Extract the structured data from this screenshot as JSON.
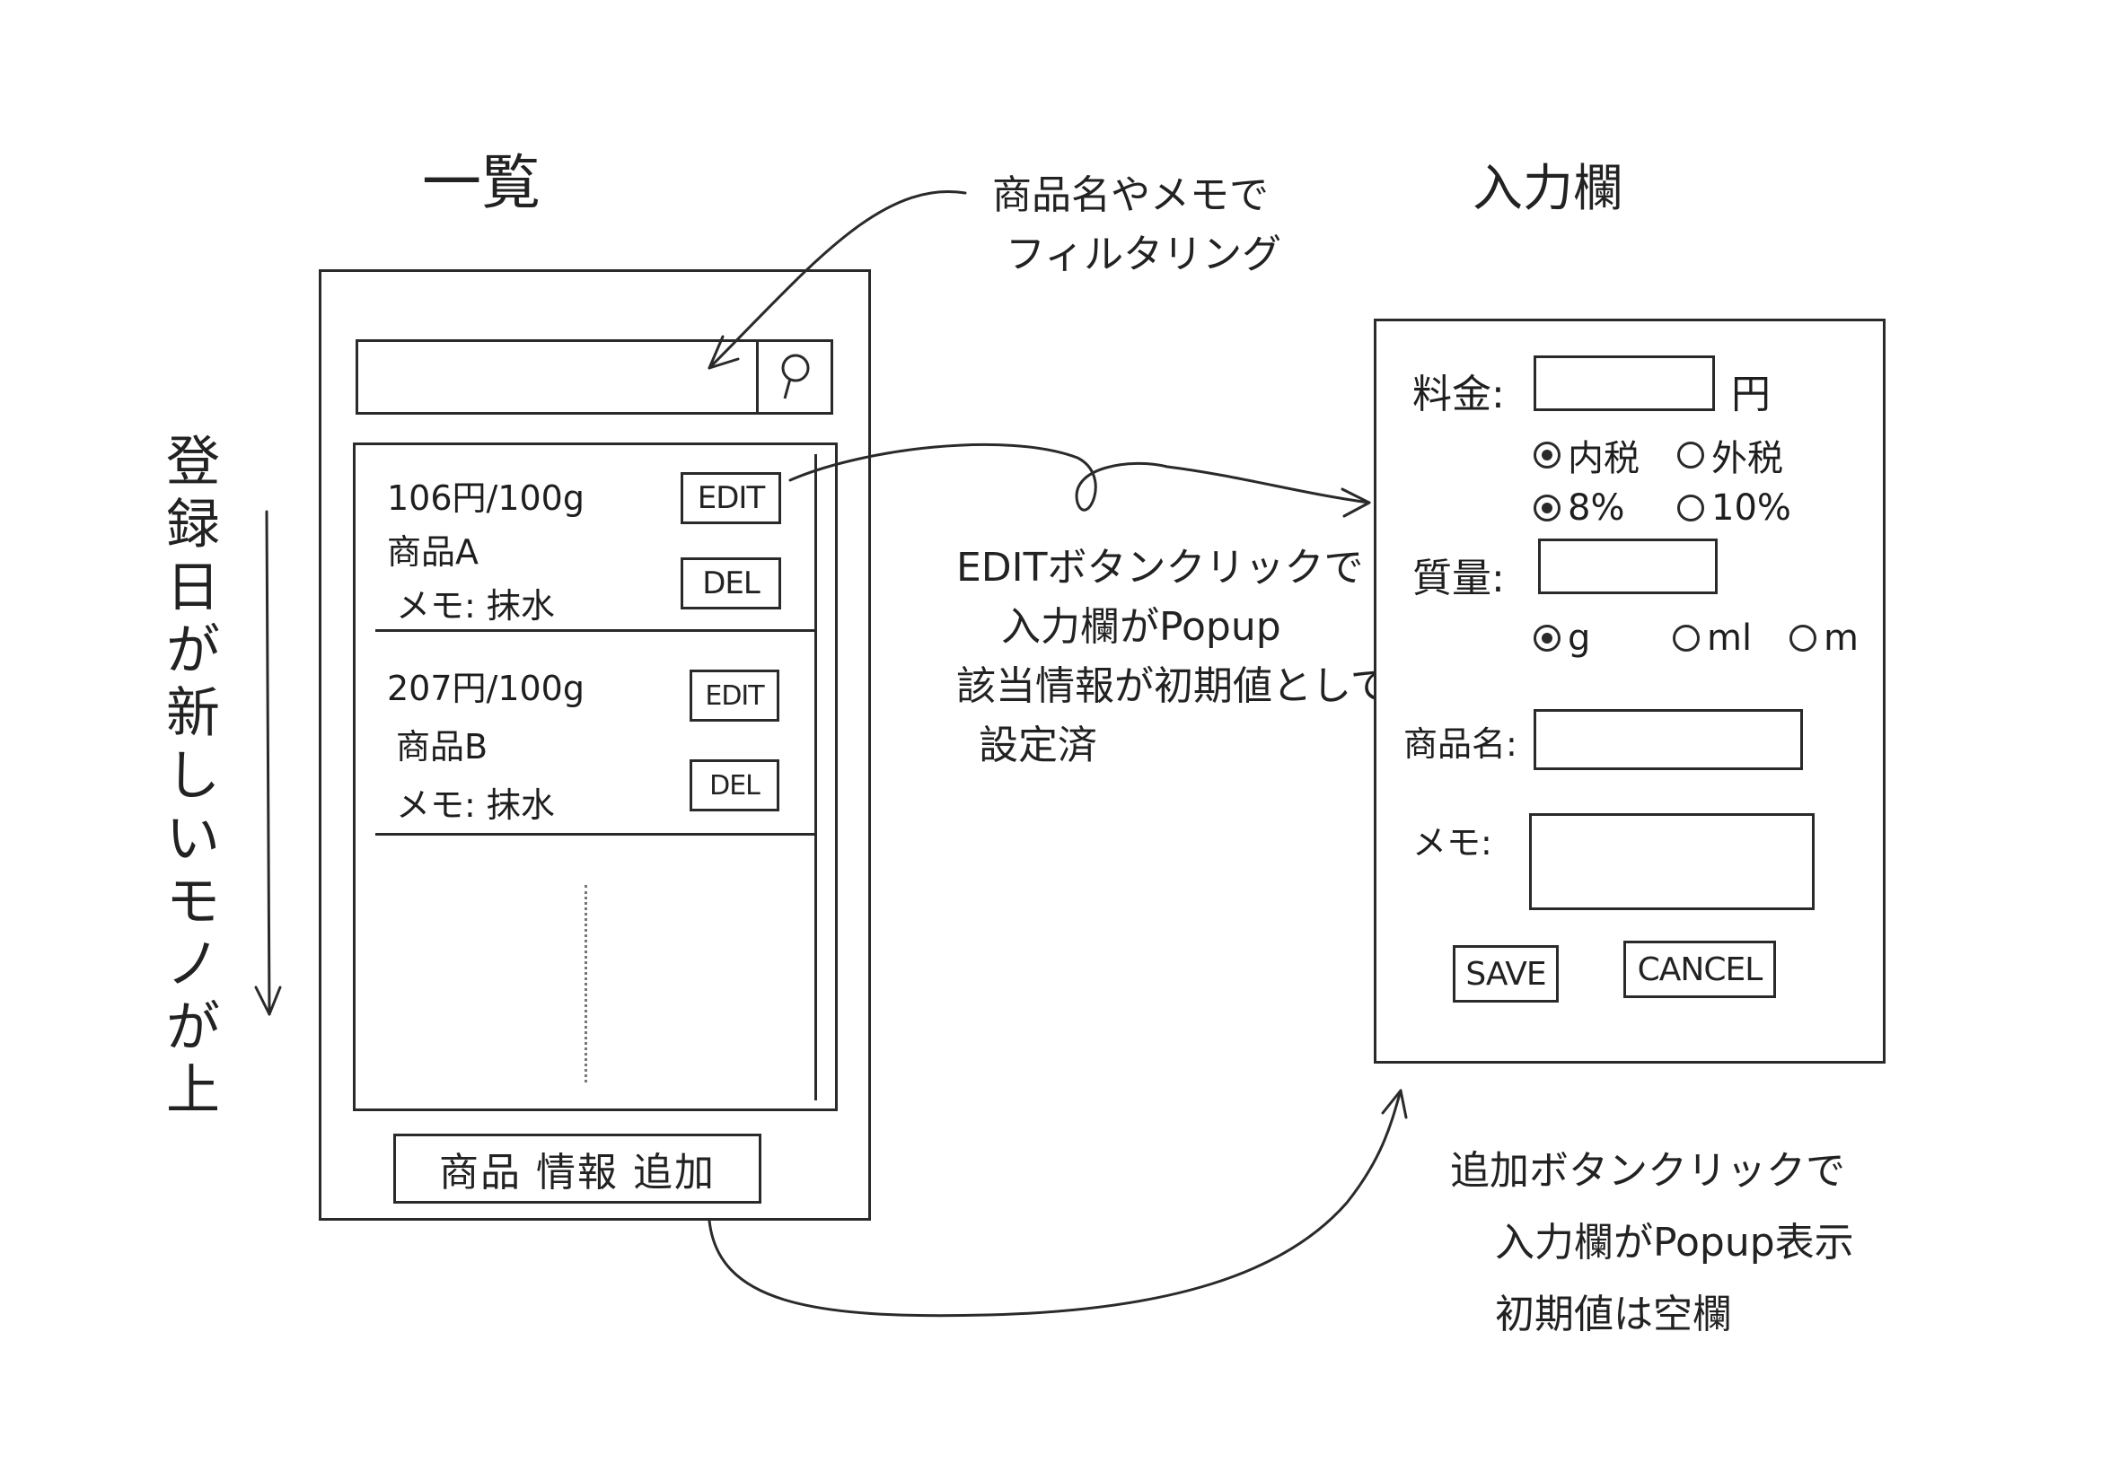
{
  "list_screen": {
    "title": "一覧",
    "search": {
      "value": "",
      "icon": "search-icon"
    },
    "items": [
      {
        "price": "106円/100g",
        "name": "商品A",
        "memo": "メモ: 抹水",
        "edit_label": "EDIT",
        "del_label": "DEL"
      },
      {
        "price": "207円/100g",
        "name": "商品B",
        "memo": "メモ: 抹水",
        "edit_label": "EDIT",
        "del_label": "DEL"
      }
    ],
    "add_button": "商品 情報 追加"
  },
  "side_note": "登録日が新しいモノが上",
  "annotations": {
    "filter": [
      "商品名やメモで",
      "フィルタリング"
    ],
    "edit": [
      "EDITボタンクリックで",
      "入力欄がPopup",
      "該当情報が初期値として",
      "設定済"
    ],
    "add": [
      "追加ボタンクリックで",
      "入力欄がPopup表示",
      "初期値は空欄"
    ]
  },
  "form_screen": {
    "title": "入力欄",
    "price_label": "料金:",
    "price_value": "",
    "price_unit": "円",
    "tax_options": [
      {
        "label": "内税",
        "selected": true
      },
      {
        "label": "外税",
        "selected": false
      }
    ],
    "rate_options": [
      {
        "label": "8%",
        "selected": true
      },
      {
        "label": "10%",
        "selected": false
      }
    ],
    "qty_label": "質量:",
    "qty_value": "",
    "unit_options": [
      {
        "label": "g",
        "selected": true
      },
      {
        "label": "ml",
        "selected": false
      },
      {
        "label": "m",
        "selected": false
      }
    ],
    "name_label": "商品名:",
    "name_value": "",
    "memo_label": "メモ:",
    "memo_value": "",
    "save_label": "SAVE",
    "cancel_label": "CANCEL"
  }
}
